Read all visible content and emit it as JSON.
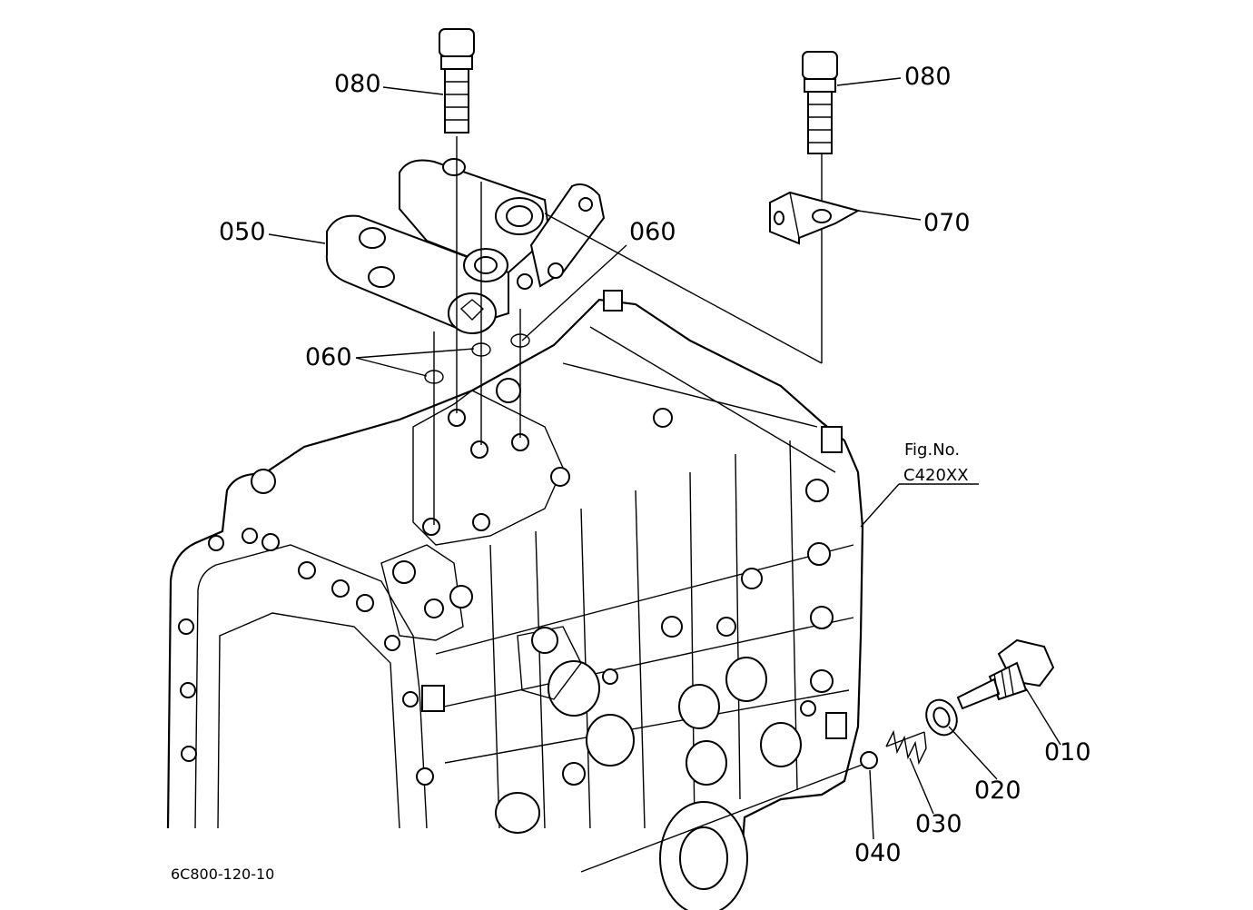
{
  "diagram": {
    "figure_no_label": "Fig.No.",
    "figure_no_value": "C420XX",
    "drawing_code": "6C800-120-10",
    "callouts": {
      "bolt_left": "080",
      "bolt_right": "080",
      "valve_body": "050",
      "oring_right": "060",
      "oring_left": "060",
      "bracket": "070",
      "plug": "010",
      "washer": "020",
      "spring": "030",
      "ball": "040"
    }
  }
}
